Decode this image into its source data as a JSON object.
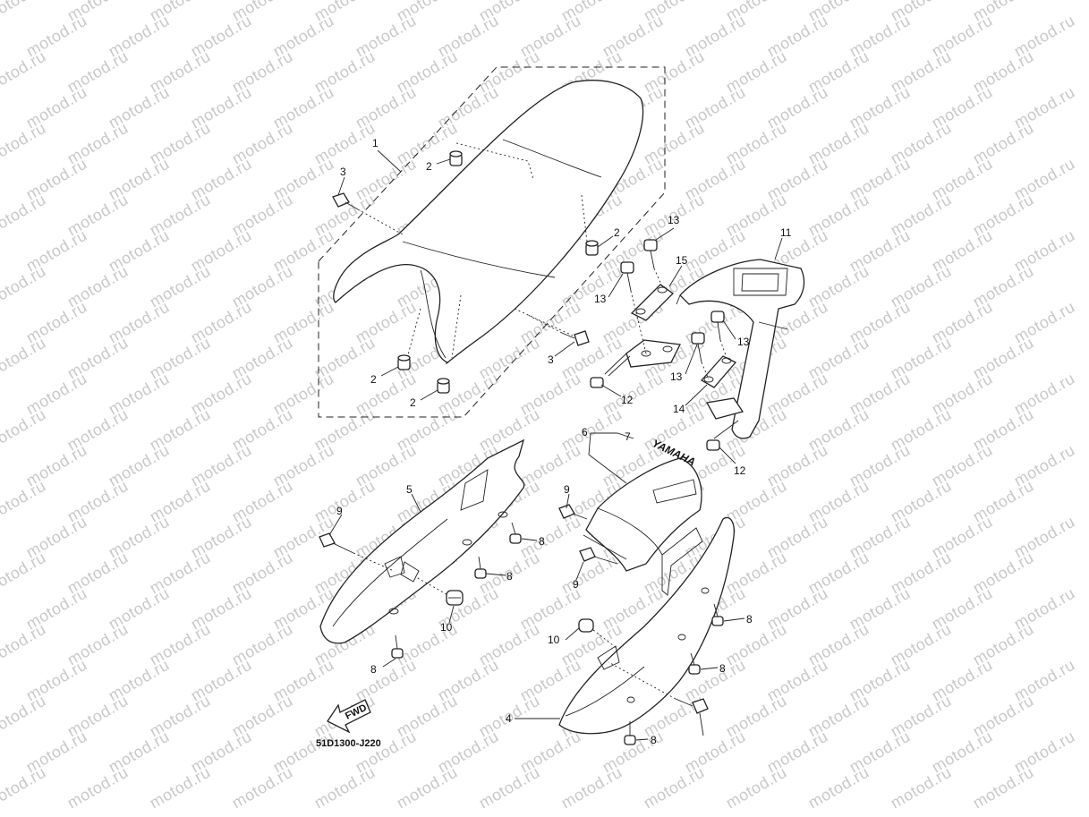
{
  "watermark": {
    "text": "motod.ru"
  },
  "diagram": {
    "code": "51D1300-J220",
    "fwd_label": "FWD",
    "brand_decal": "YAMAHA",
    "callouts": [
      {
        "id": "c1",
        "label": "1"
      },
      {
        "id": "c2a",
        "label": "2"
      },
      {
        "id": "c2b",
        "label": "2"
      },
      {
        "id": "c2c",
        "label": "2"
      },
      {
        "id": "c2d",
        "label": "2"
      },
      {
        "id": "c3a",
        "label": "3"
      },
      {
        "id": "c3b",
        "label": "3"
      },
      {
        "id": "c4",
        "label": "4"
      },
      {
        "id": "c5",
        "label": "5"
      },
      {
        "id": "c6",
        "label": "6"
      },
      {
        "id": "c7",
        "label": "7"
      },
      {
        "id": "c8a",
        "label": "8"
      },
      {
        "id": "c8b",
        "label": "8"
      },
      {
        "id": "c8c",
        "label": "8"
      },
      {
        "id": "c8d",
        "label": "8"
      },
      {
        "id": "c8e",
        "label": "8"
      },
      {
        "id": "c8f",
        "label": "8"
      },
      {
        "id": "c9a",
        "label": "9"
      },
      {
        "id": "c9b",
        "label": "9"
      },
      {
        "id": "c9c",
        "label": "9"
      },
      {
        "id": "c10a",
        "label": "10"
      },
      {
        "id": "c10b",
        "label": "10"
      },
      {
        "id": "c11",
        "label": "11"
      },
      {
        "id": "c12a",
        "label": "12"
      },
      {
        "id": "c12b",
        "label": "12"
      },
      {
        "id": "c13a",
        "label": "13"
      },
      {
        "id": "c13b",
        "label": "13"
      },
      {
        "id": "c13c",
        "label": "13"
      },
      {
        "id": "c13d",
        "label": "13"
      },
      {
        "id": "c14",
        "label": "14"
      },
      {
        "id": "c15",
        "label": "15"
      }
    ]
  }
}
